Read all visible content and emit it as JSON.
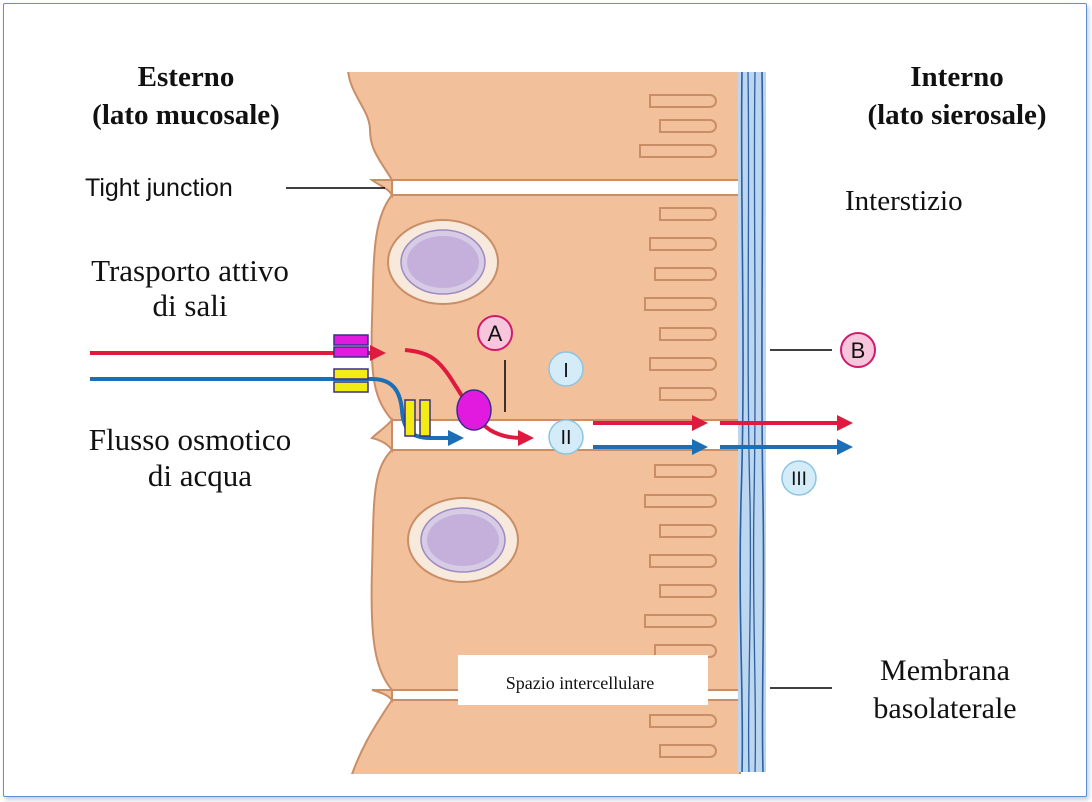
{
  "labels": {
    "outside_title_1": "Esterno",
    "outside_title_2": "(lato mucosale)",
    "inside_title_1": "Interno",
    "inside_title_2": "(lato sierosale)",
    "tight_junction": "Tight junction",
    "interstitium": "Interstizio",
    "active_transport_1": "Trasporto attivo",
    "active_transport_2": "di sali",
    "osmotic_flow_1": "Flusso osmotico",
    "osmotic_flow_2": "di acqua",
    "intercellular_space": "Spazio intercellulare",
    "basolateral_1": "Membrana",
    "basolateral_2": "basolaterale"
  },
  "markers": {
    "A": "A",
    "B": "B",
    "I": "I",
    "II": "II",
    "III": "III"
  },
  "colors": {
    "salt_arrow": "#e0193f",
    "water_arrow": "#1a6fb6",
    "cell_fill": "#f3c09c",
    "cell_stroke": "#c98e66",
    "nucleus_fill": "#d8cbe6",
    "membrane_fill": "#bcd6ef",
    "membrane_line": "#2e5f9e",
    "pump": "#e21ae0",
    "channel_yellow": "#f2ec14",
    "marker_pink": "#f7c6dc",
    "marker_blue": "#d4ecf7",
    "frame": "#5b8fd6"
  },
  "icons": {
    "pump": "sodium-pump-circle",
    "channel": "ion-channel-bars"
  }
}
